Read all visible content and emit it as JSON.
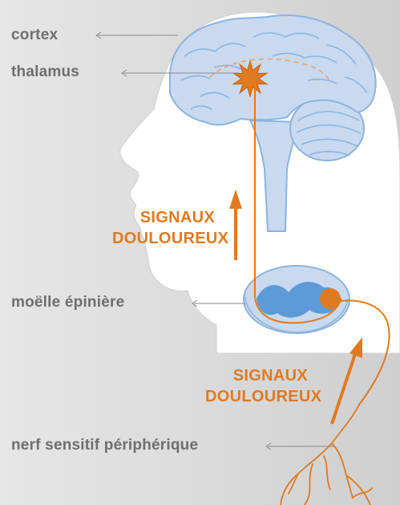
{
  "labels": {
    "cortex": "cortex",
    "thalamus": "thalamus",
    "spinal_cord": "moëlle épinière",
    "peripheral_nerve": "nerf sensitif périphérique"
  },
  "signals_upper": {
    "line1": "SIGNAUX",
    "line2": "DOULOUREUX"
  },
  "signals_lower": {
    "line1": "SIGNAUX",
    "line2": "DOULOUREUX"
  },
  "colors": {
    "accent": "#e07a20",
    "label_text": "#6e6e6e",
    "brain_fill": "#c9d9ef",
    "brain_stroke": "#8bb4df",
    "head_fill": "#ffffff",
    "background": "#dcdcdc"
  }
}
